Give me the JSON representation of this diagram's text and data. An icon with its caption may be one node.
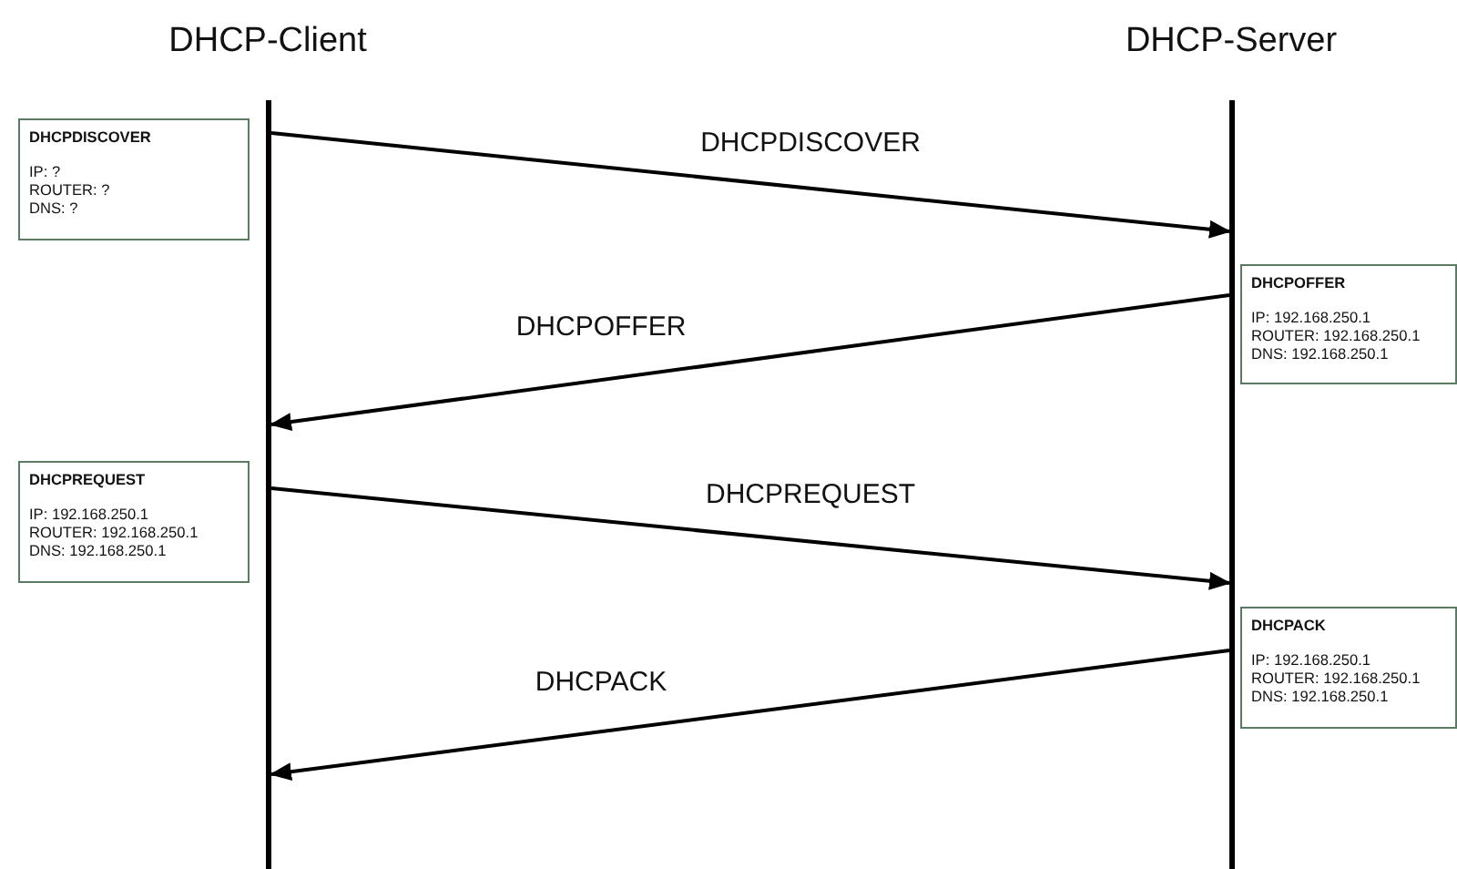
{
  "diagram": {
    "nodes": [
      {
        "text": [
          "DHCP-Client"
        ]
      },
      {
        "text": [
          "DHCP-Server"
        ]
      },
      {
        "text": [],
        "shape": "bar"
      },
      {
        "text": [],
        "shape": "bar"
      },
      {
        "text": [
          "DHCPDISCOVER",
          "IP: ?",
          "ROUTER: ?",
          "DNS: ?"
        ]
      },
      {
        "text": [
          "DHCPOFFER",
          "IP: 192.168.250.1",
          "ROUTER: 192.168.250.1",
          "DNS: 192.168.250.1"
        ]
      },
      {
        "text": [
          "DHCPREQUEST",
          "IP: 192.168.250.1",
          "ROUTER: 192.168.250.1",
          "DNS: 192.168.250.1"
        ]
      },
      {
        "text": [
          "DHCPACK",
          "IP: 192.168.250.1",
          "ROUTER: 192.168.250.1",
          "DNS: 192.168.250.1"
        ]
      }
    ],
    "edges": [
      {
        "from": 2,
        "to": 3,
        "arrow": "to",
        "label": "DHCPDISCOVER"
      },
      {
        "from": 3,
        "to": 2,
        "arrow": "to",
        "label": "DHCPOFFER"
      },
      {
        "from": 2,
        "to": 3,
        "arrow": "to",
        "label": "DHCPREQUEST"
      },
      {
        "from": 3,
        "to": 2,
        "arrow": "to",
        "label": "DHCPACK"
      }
    ]
  }
}
